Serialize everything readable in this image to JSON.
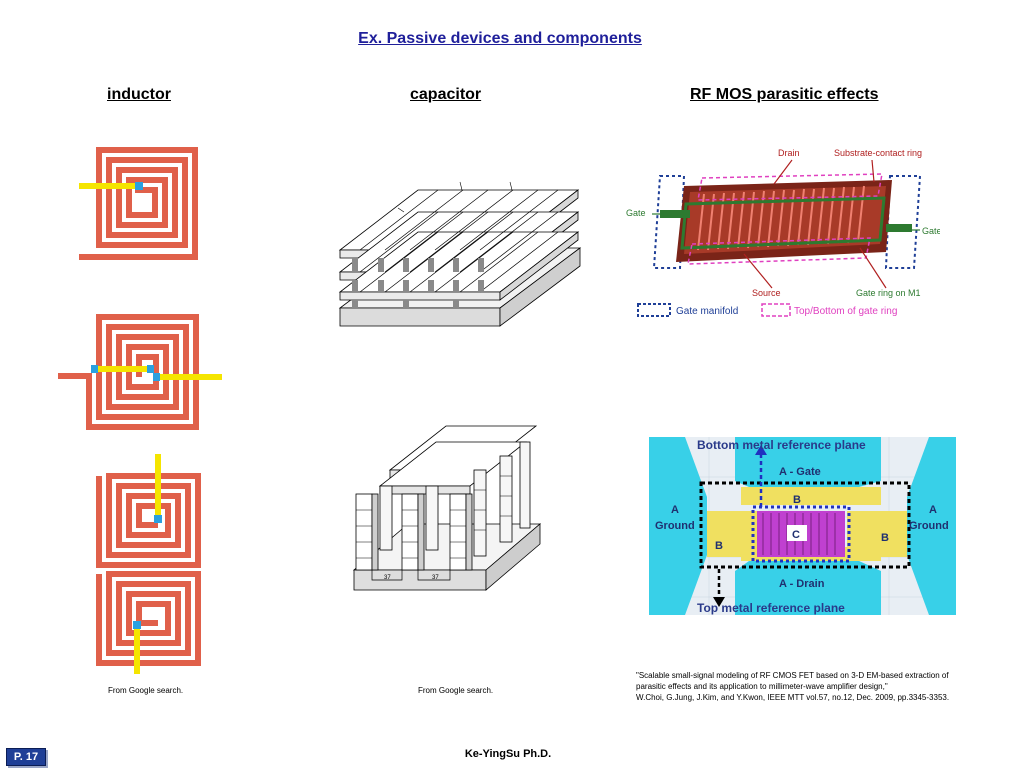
{
  "slide": {
    "title": "Ex. Passive devices and components",
    "columns": {
      "inductor": "inductor",
      "capacitor": "capacitor",
      "rfmos": "RF MOS parasitic effects"
    },
    "captions": {
      "inductor": "From Google search.",
      "capacitor": "From Google search."
    },
    "reference": {
      "line1": "\"Scalable small-signal modeling of RF CMOS FET based on 3-D EM-based extraction of",
      "line2": "parasitic effects and its application to millimeter-wave amplifier design,\"",
      "line3": "W.Choi, G.Jung, J.Kim, and Y.Kwon, IEEE MTT vol.57, no.12, Dec. 2009, pp.3345-3353."
    },
    "page_number": "P. 17",
    "author": "Ke-YingSu  Ph.D."
  },
  "mosfet_diagram": {
    "drain": "Drain",
    "substrate_ring": "Substrate-contact ring",
    "gate_left": "Gate",
    "gate_right": "Gate",
    "source": "Source",
    "gate_ring": "Gate ring on M1",
    "legend_manifold": "Gate manifold",
    "legend_ring": "Top/Bottom of gate ring"
  },
  "em_diagram": {
    "bottom_plane": "Bottom metal reference plane",
    "top_plane": "Top metal reference plane",
    "a_gate": "A - Gate",
    "a_drain": "A - Drain",
    "a_ground_left": "A",
    "ground_left": "Ground",
    "a_ground_right": "A",
    "ground_right": "Ground",
    "b_top": "B",
    "b_left": "B",
    "b_right": "B",
    "c": "C"
  },
  "capacitor_labels": {
    "bottom_left": "37",
    "bottom_right": "37"
  },
  "colors": {
    "title_blue": "#1f1f9a",
    "coil": "#e0604a",
    "feed": "#f5e500",
    "via": "#2aa0e0",
    "cyan": "#38d0e8",
    "page_badge": "#1f3f97"
  }
}
